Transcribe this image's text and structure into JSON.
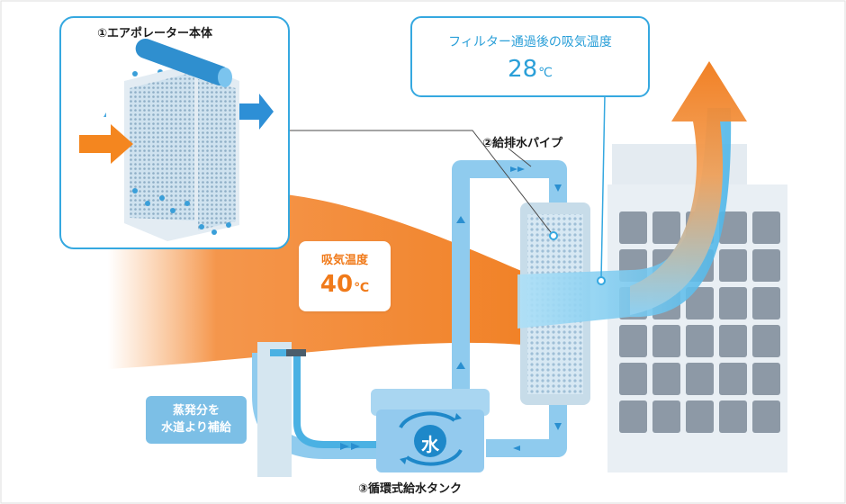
{
  "labels": {
    "evaporator": "①エアポレーター本体",
    "pipe": "②給排水パイプ",
    "tank": "③循環式給水タンク"
  },
  "intake_box": {
    "label": "吸気温度",
    "value": "40",
    "unit": "℃"
  },
  "filtered_box": {
    "label": "フィルター通過後の吸気温度",
    "value": "28",
    "unit": "℃"
  },
  "supply_box": {
    "line1": "蒸発分を",
    "line2": "水道より補給"
  },
  "tank_badge": "水",
  "colors": {
    "orange": "#f4861f",
    "blue": "#35a8e0",
    "pipe": "#8fcbee",
    "light_blue": "#7cbfe6"
  }
}
